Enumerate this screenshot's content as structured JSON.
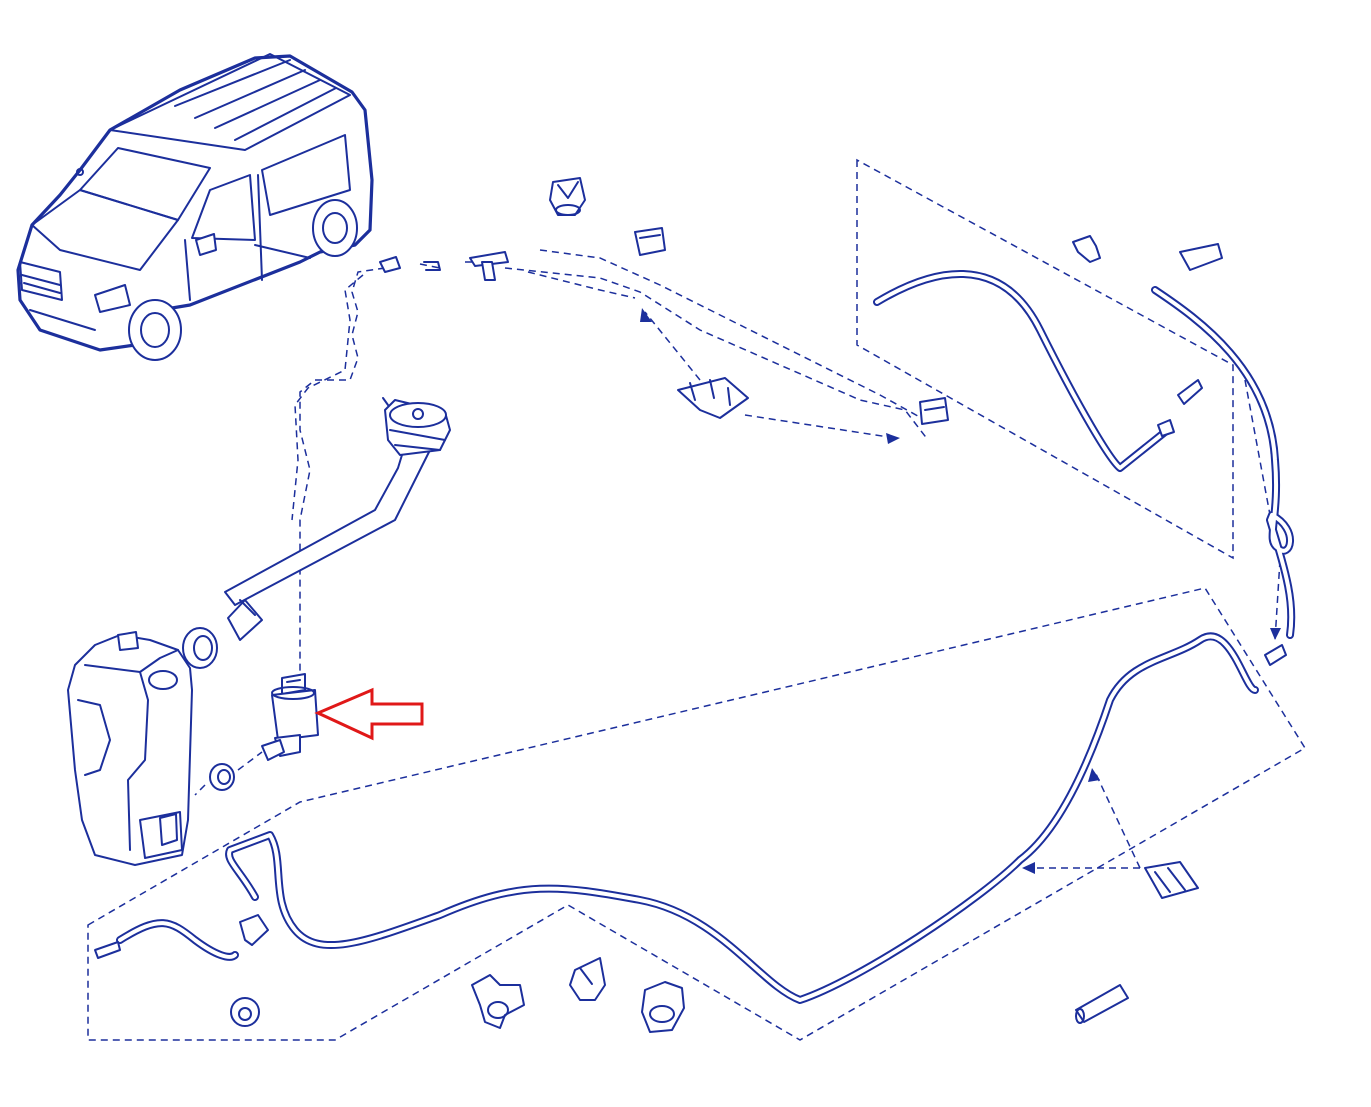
{
  "diagram": {
    "line_color": "#1c2f9c",
    "highlight_color": "#e01818",
    "background": "#ffffff",
    "components": [
      "van-illustration",
      "washer-reservoir",
      "reservoir-filler-neck",
      "filler-cap",
      "washer-pump",
      "pump-grommet",
      "neck-seal",
      "front-hose-loop",
      "rear-washer-hose",
      "windscreen-jet-hoses",
      "hose-clips",
      "hose-connectors"
    ],
    "highlighted_component": "washer-pump",
    "pointer": {
      "shape": "hollow-arrow",
      "direction": "left"
    }
  }
}
